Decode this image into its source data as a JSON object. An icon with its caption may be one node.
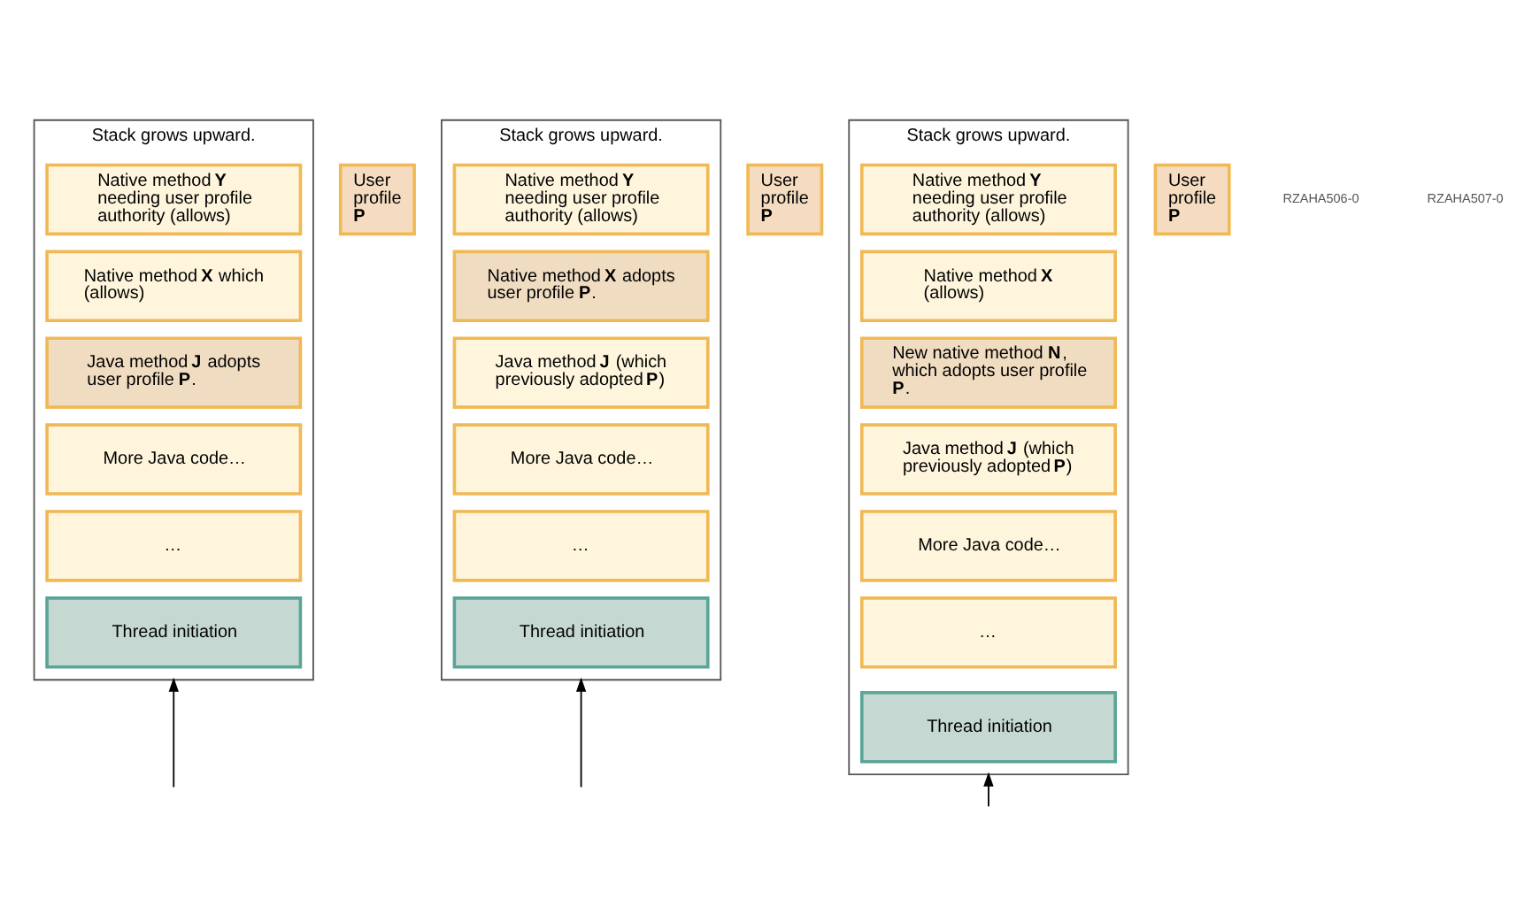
{
  "diagram": {
    "nodes": [
      {
        "text": [
          "Stack grows upward."
        ]
      },
      {
        "text": [
          "Native method **Y** needing user profile authority (allows)"
        ],
        "in": 0
      },
      {
        "text": [
          "Native method **X** which (allows)"
        ],
        "in": 0
      },
      {
        "text": [
          "Java method **J** adopts user profile **P**."
        ],
        "in": 0
      },
      {
        "text": [
          "More Java code…"
        ],
        "in": 0
      },
      {
        "text": [
          "…"
        ],
        "in": 0
      },
      {
        "text": [
          "Thread initiation"
        ],
        "in": 0
      },
      {
        "text": [
          "User profile **P**"
        ]
      },
      {
        "text": [
          "Stack grows upward."
        ]
      },
      {
        "text": [
          "Native method **Y** needing user profile authority (allows)"
        ],
        "in": 8
      },
      {
        "text": [
          "Native method **X** adopts user profile **P**."
        ],
        "in": 8
      },
      {
        "text": [
          "Java method **J** (which previously adopted **P**)"
        ],
        "in": 8
      },
      {
        "text": [
          "More Java code…"
        ],
        "in": 8
      },
      {
        "text": [
          "…"
        ],
        "in": 8
      },
      {
        "text": [
          "Thread initiation"
        ],
        "in": 8
      },
      {
        "text": [
          "User profile **P**"
        ]
      },
      {
        "text": [
          "Stack grows upward."
        ]
      },
      {
        "text": [
          "Native method **Y** needing user profile authority (allows)"
        ],
        "in": 16
      },
      {
        "text": [
          "Native method **X** (allows)"
        ],
        "in": 16
      },
      {
        "text": [
          "New native method **N**, which adopts user profile **P**."
        ],
        "in": 16
      },
      {
        "text": [
          "Java method **J** (which previously adopted **P**)"
        ],
        "in": 16
      },
      {
        "text": [
          "More Java code…"
        ],
        "in": 16
      },
      {
        "text": [
          "…"
        ],
        "in": 16
      },
      {
        "text": [
          "Thread initiation"
        ],
        "in": 16
      },
      {
        "text": [
          "User profile **P**"
        ]
      }
    ],
    "edges": [
      {
        "from": null,
        "to": 0,
        "arrow": "to"
      },
      {
        "from": null,
        "to": 8,
        "arrow": "to"
      },
      {
        "from": null,
        "to": 16,
        "arrow": "to"
      }
    ],
    "labels": [
      "RZAHA506-0",
      "RZAHA507-0"
    ]
  }
}
